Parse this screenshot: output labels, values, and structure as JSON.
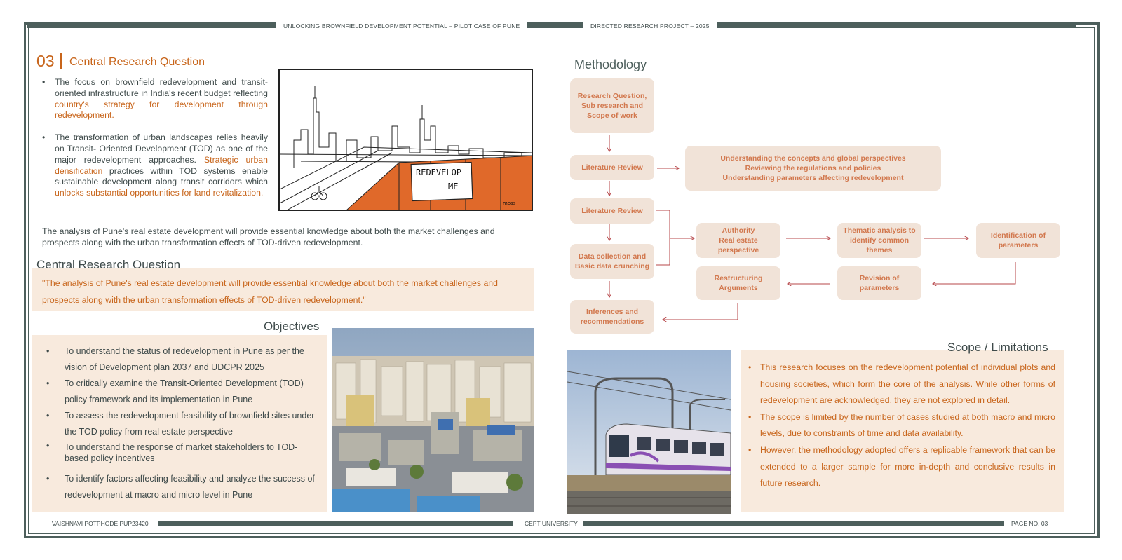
{
  "header": {
    "left_title": "UNLOCKING BROWNFIELD DEVELOPMENT POTENTIAL – PILOT CASE OF PUNE",
    "right_title": "DIRECTED RESEARCH PROJECT – 2025"
  },
  "section": {
    "number": "03",
    "title": "Central Research Question"
  },
  "intro_bullets": [
    {
      "pre": "The focus on brownfield redevelopment and transit-oriented infrastructure in India's recent budget reflecting ",
      "highlight": "country's strategy for development through redevelopment.",
      "mid": "",
      "highlight2": "",
      "post": ""
    },
    {
      "pre": "The transformation of urban landscapes relies heavily on Transit- Oriented Development (TOD) as one of the major redevelopment approaches. ",
      "highlight": "Strategic urban densification",
      "mid": " practices within TOD systems enable sustainable development along transit corridors which ",
      "highlight2": "unlocks substantial opportunities for land revitalization.",
      "post": ""
    }
  ],
  "sketch": {
    "sign_line1": "REDEVELOP",
    "sign_line2": "ME",
    "signature": "moss"
  },
  "analysis_text": "The analysis of Pune's real estate development will provide essential knowledge about both the market challenges and prospects along with the  urban  transformation  effects  of  TOD-driven  redevelopment.",
  "crq": {
    "title": "Central Research Question",
    "quote": "\"The analysis of Pune's real estate development will provide essential knowledge about both the market challenges and prospects along with the  urban  transformation  effects  of  TOD-driven  redevelopment.\""
  },
  "objectives": {
    "title": "Objectives",
    "items": [
      "To understand the status of redevelopment in Pune as per the vision of Development plan 2037 and UDCPR 2025",
      "To critically examine the Transit-Oriented Development (TOD) policy framework and its implementation in Pune",
      "To assess the redevelopment feasibility of brownfield sites under the TOD policy from real estate perspective",
      "To understand the response of market stakeholders to TOD-based policy incentives",
      "To identify factors affecting feasibility and analyze the success of redevelopment at  macro and micro level in Pune"
    ]
  },
  "methodology": {
    "title": "Methodology",
    "nodes": {
      "research_question": "Research Question, Sub research and Scope of work",
      "lit_review_1": "Literature Review",
      "lit_detail": [
        "Understanding the concepts and global perspectives",
        "Reviewing the regulations and policies",
        "Understanding parameters affecting redevelopment"
      ],
      "lit_review_2": "Literature Review",
      "data_collection": "Data collection and Basic data crunching",
      "authority_line1": "Authority",
      "authority_line2": "Real estate perspective",
      "thematic": "Thematic analysis to identify common themes",
      "identification": "Identification of parameters",
      "revision": "Revision of parameters",
      "restructuring": "Restructuring Arguments",
      "inferences": "Inferences and recommendations"
    }
  },
  "scope": {
    "title": "Scope / Limitations",
    "items": [
      "This research focuses on the redevelopment potential of individual plots and housing societies, which form the core of the analysis. While other forms of redevelopment are acknowledged, they are not explored in detail.",
      "The scope is limited by the number of cases studied at both macro and micro levels, due to constraints of time and data availability.",
      "However, the methodology adopted offers a replicable framework that can be extended to a larger sample for more in-depth and conclusive results in future research."
    ]
  },
  "footer": {
    "author": "VAISHNAVI POTPHODE PUP23420",
    "university": "CEPT UNIVERSITY",
    "page": "PAGE NO. 03"
  },
  "colors": {
    "accent": "#c8651b",
    "frame": "#4d5f5c",
    "box_fill": "#f8eadd",
    "node_fill": "#f1e3d8",
    "arrow": "#b7474a"
  }
}
